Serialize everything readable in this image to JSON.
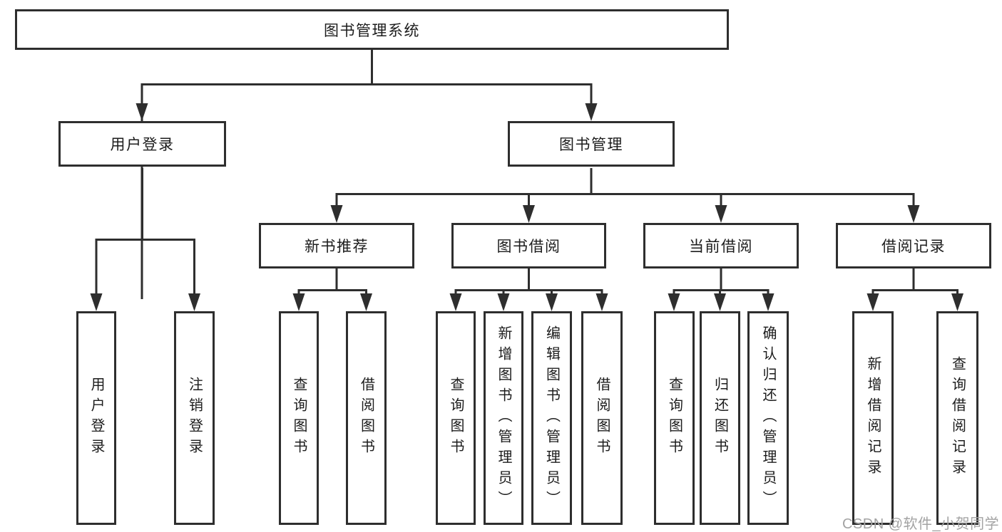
{
  "nodes": {
    "root": "图书管理系统",
    "level2": [
      "用户登录",
      "图书管理"
    ],
    "level3": [
      "新书推荐",
      "图书借阅",
      "当前借阅",
      "借阅记录"
    ],
    "leaves": {
      "user_login": [
        "用户登录",
        "注销登录"
      ],
      "new_book_rec": [
        "查询图书",
        "借阅图书"
      ],
      "book_borrow": [
        "查询图书",
        "新增图书（管理员）",
        "编辑图书（管理员）",
        "借阅图书"
      ],
      "current_borrow": [
        "查询图书",
        "归还图书",
        "确认归还（管理员）"
      ],
      "borrow_record": [
        "新增借阅记录",
        "查询借阅记录"
      ]
    }
  },
  "watermark": {
    "text": "CSDN @软件_小贺同学"
  },
  "colors": {
    "line": "#2e2e2e",
    "box_border": "#2e2e2e",
    "text": "#1c1c1c",
    "watermark": "#a3a3a3",
    "background": "#ffffff"
  }
}
